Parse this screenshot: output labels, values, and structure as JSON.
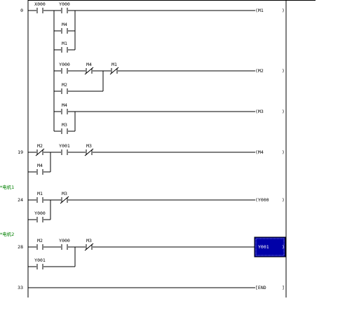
{
  "comments": {
    "motor1": "*电机1",
    "motor2": "*电机2"
  },
  "rungs": [
    {
      "step": "0",
      "contacts": [
        {
          "label": "X000",
          "type": "NO"
        },
        {
          "label": "Y000",
          "type": "NO"
        },
        {
          "label": "M4",
          "type": "NO"
        },
        {
          "label": "M1",
          "type": "NO"
        },
        {
          "label": "Y000",
          "type": "NO"
        },
        {
          "label": "M4",
          "type": "NC"
        },
        {
          "label": "M1",
          "type": "NC"
        },
        {
          "label": "M2",
          "type": "NO"
        },
        {
          "label": "M4",
          "type": "NO"
        },
        {
          "label": "M3",
          "type": "NO"
        }
      ],
      "coils": [
        "(M1",
        "(M2",
        "(M3"
      ]
    },
    {
      "step": "19",
      "contacts": [
        {
          "label": "M2",
          "type": "NC"
        },
        {
          "label": "Y001",
          "type": "NO"
        },
        {
          "label": "M3",
          "type": "NC"
        },
        {
          "label": "M4",
          "type": "NO"
        }
      ],
      "coils": [
        "(M4"
      ]
    },
    {
      "step": "24",
      "contacts": [
        {
          "label": "M1",
          "type": "NO"
        },
        {
          "label": "M3",
          "type": "NC"
        },
        {
          "label": "Y000",
          "type": "NO"
        }
      ],
      "coils": [
        "(Y000"
      ]
    },
    {
      "step": "28",
      "contacts": [
        {
          "label": "M2",
          "type": "NO"
        },
        {
          "label": "Y000",
          "type": "NO"
        },
        {
          "label": "M3",
          "type": "NC"
        },
        {
          "label": "Y001",
          "type": "NO"
        }
      ],
      "coils": [
        "Y001"
      ]
    },
    {
      "step": "33",
      "contacts": [],
      "coils": [
        "[END"
      ]
    }
  ],
  "coil_end_mark": ")",
  "colors": {
    "selection": "#0000a8",
    "comment": "#008000",
    "line": "#000000"
  }
}
